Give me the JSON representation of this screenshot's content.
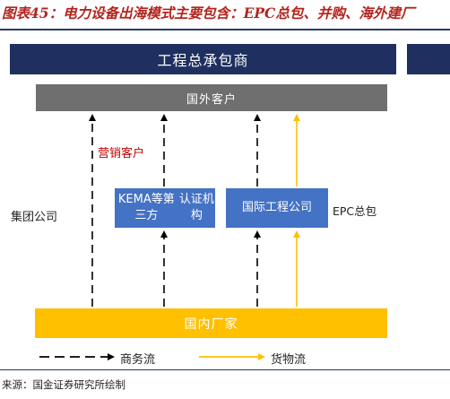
{
  "figure_title": "图表45：电力设备出海模式主要包含：EPC总包、并购、海外建厂",
  "header": {
    "main": "工程总承包商"
  },
  "nodes": {
    "overseas_customer": "国外客户",
    "kema": [
      "KEMA等第三方",
      "认证机构"
    ],
    "intl_engineering": "国际工程公司",
    "domestic_manufacturer": "国内厂家"
  },
  "labels": {
    "marketing_customer": "营销客户",
    "group_company": "集团公司",
    "epc": "EPC总包"
  },
  "legend": {
    "business_flow": "商务流",
    "goods_flow": "货物流"
  },
  "colors": {
    "header_navy": "#1f3060",
    "overseas_gray": "#6f6f6f",
    "node_blue": "#4472c4",
    "domestic_yellow": "#ffc000",
    "goods_arrow": "#ffc000",
    "business_arrow": "#000000",
    "title_red": "#b3251e",
    "marketing_red": "#c00000"
  },
  "source": "来源：国金证券研究所绘制"
}
